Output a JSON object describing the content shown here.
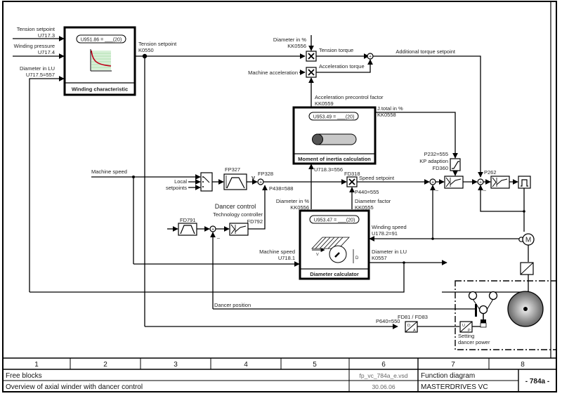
{
  "title_block": {
    "columns": [
      "1",
      "2",
      "3",
      "4",
      "5",
      "6",
      "7",
      "8"
    ],
    "category": "Free blocks",
    "description": "Overview of axial winder with dancer control",
    "file_name": "fp_vc_784a_e.vsd",
    "date": "30.06.06",
    "doc_type": "Function diagram",
    "product": "MASTERDRIVES VC",
    "sheet": "- 784a -"
  },
  "inputs": {
    "tension_setpoint": "Tension setpoint",
    "tension_setpoint_param": "U717.3",
    "winding_pressure": "Winding pressure",
    "winding_pressure_param": "U717.4",
    "diameter_lu": "Diameter in LU",
    "diameter_lu_param": "U717.5=557",
    "machine_speed": "Machine speed",
    "machine_acceleration": "Machine acceleration",
    "local_setpoints_1": "Local",
    "local_setpoints_2": "setpoints"
  },
  "blocks": {
    "winding_char": {
      "param": "U951.86 = ___(20)",
      "title": "Winding characteristic"
    },
    "inertia": {
      "param": "U953.49 = ___(20)",
      "title": "Moment of inertia calculation"
    },
    "diameter": {
      "param": "U953.47 = ___(20)",
      "title": "Diameter calculator"
    }
  },
  "signals": {
    "tension_setpoint_out": "Tension setpoint",
    "tension_setpoint_out_param": "K0550",
    "diameter_pct_top": "Diameter in %",
    "diameter_pct_top_param": "KK0556",
    "tension_torque": "Tension torque",
    "acceleration_torque": "Acceleration torque",
    "additional_torque": "Additional torque setpoint",
    "accel_precontrol": "Acceleration precontrol factor",
    "accel_precontrol_param": "KK0559",
    "j_total": "J.total in %",
    "j_total_param": "KK0558",
    "u718_3": "U718.3=556",
    "fp327": "FP327",
    "fp328": "FP328",
    "v_label": "V",
    "p438": "P438=588",
    "fd318": "FD318",
    "speed_setpoint": "Speed setpoint",
    "p440": "P440=555",
    "diameter_pct_mid": "Diameter in %",
    "diameter_pct_mid_param": "KK0556",
    "diameter_factor": "Diameter factor",
    "diameter_factor_param": "KK0555",
    "p232": "P232=555",
    "kp_adaption": "KP adaption",
    "fd360": "FD360",
    "p262": "P262",
    "dancer_control": "Dancer control",
    "technology_controller": "Technology controller",
    "fd792": "FD792",
    "fd791": "FD791",
    "winding_speed": "Winding speed",
    "winding_speed_param": "U178.2=91",
    "machine_speed_in": "Machine speed",
    "machine_speed_in_param": "U718.1",
    "diameter_lu_out": "Diameter in LU",
    "diameter_lu_out_param": "K0557",
    "dancer_position": "Dancer position",
    "p640": "P640=550",
    "fd81": "FD81 / FD83",
    "setting_1": "Setting",
    "setting_2": "dancer power",
    "motor": "M",
    "da_d": "D",
    "da_a": "A",
    "up_u": "U",
    "up_p": "P",
    "minus": "_",
    "d_dim": "D",
    "v_dim": "V"
  }
}
